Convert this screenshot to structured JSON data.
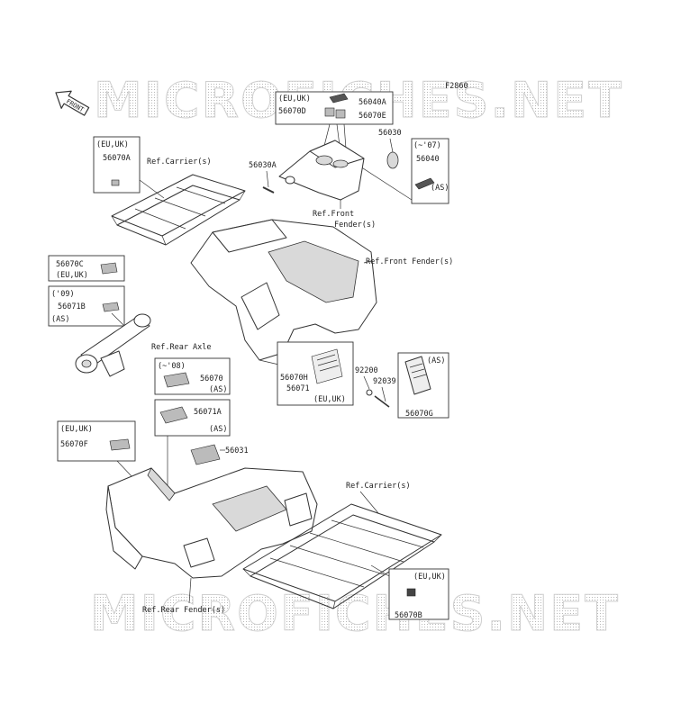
{
  "diagram_code": "F2860",
  "watermark": "MICROFICHES.NET",
  "front_label": "FRONT",
  "refs": {
    "carrier_top": "Ref.Carrier(s)",
    "front_fender_1": "Ref.Front",
    "front_fender_2": "Fender(s)",
    "front_fender_big": "Ref.Front Fender(s)",
    "rear_axle": "Ref.Rear Axle",
    "carrier_bottom": "Ref.Carrier(s)",
    "rear_fender": "Ref.Rear Fender(s)"
  },
  "callouts": {
    "c56070A": {
      "qualifier": "(EU,UK)",
      "part": "56070A"
    },
    "c56040A": {
      "qualifier": "(EU,UK)",
      "part": "56040A"
    },
    "c56070D": {
      "part": "56070D"
    },
    "c56070E": {
      "part": "56070E"
    },
    "c56030": {
      "part": "56030"
    },
    "c56030A": {
      "part": "56030A"
    },
    "c56040": {
      "qualifier": "(~'07)",
      "part": "56040",
      "note": "(AS)"
    },
    "c56070C": {
      "part": "56070C",
      "qualifier": "(EU,UK)"
    },
    "c56071B": {
      "qualifier": "('09)",
      "part": "56071B",
      "note": "(AS)"
    },
    "c56070": {
      "qualifier": "(~'08)",
      "part": "56070",
      "note": "(AS)"
    },
    "c56071A": {
      "part": "56071A",
      "note": "(AS)"
    },
    "c56070F": {
      "qualifier": "(EU,UK)",
      "part": "56070F"
    },
    "c56031": {
      "part": "56031"
    },
    "c56070H": {
      "part1": "56070H",
      "part2": "56071",
      "qualifier": "(EU,UK)"
    },
    "c92200": {
      "part": "92200"
    },
    "c92039": {
      "part": "92039"
    },
    "c56070G": {
      "note": "(AS)",
      "part": "56070G"
    },
    "c56070B": {
      "qualifier": "(EU,UK)",
      "part": "56070B"
    }
  }
}
